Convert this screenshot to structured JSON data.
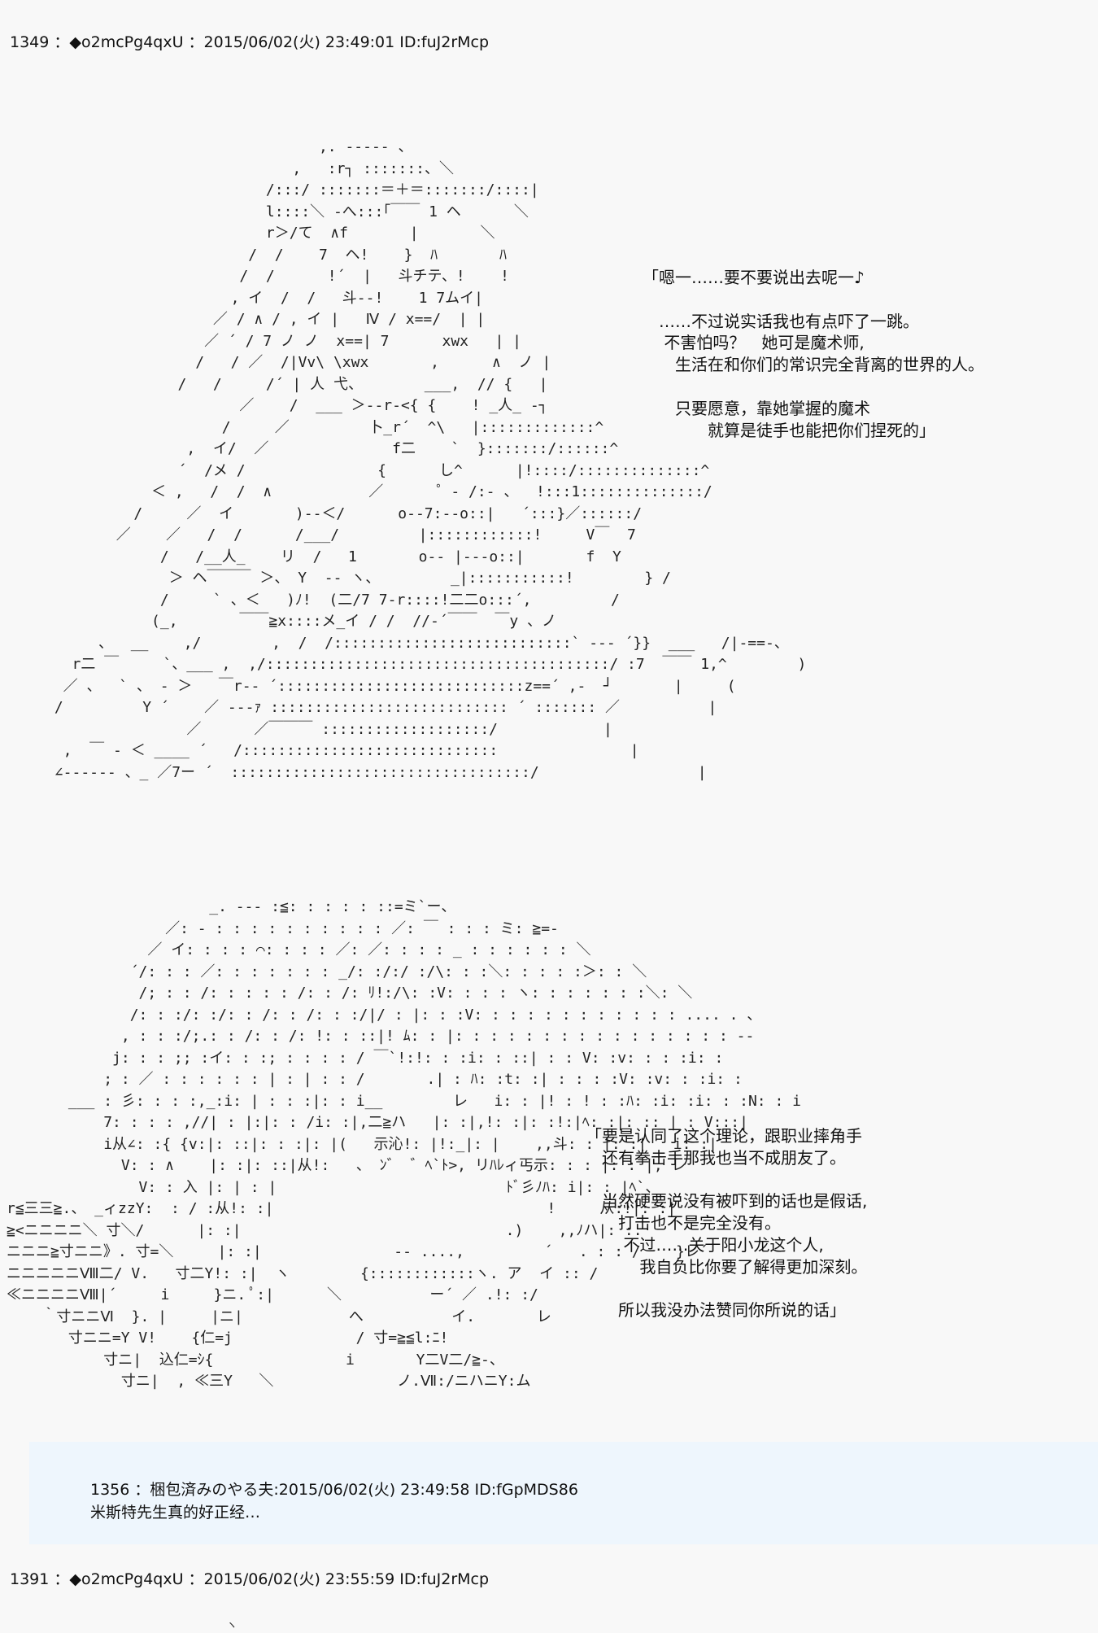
{
  "posts": [
    {
      "header": "1349 ：◆o2mcPg4qxU ：2015/06/02(火) 23:49:01 ID:fuJ2rMcp",
      "speech_lines": [
        "「嗯一……要不要说出去呢一♪",
        "",
        "　……不过说实话我也有点吓了一跳。",
        "　 不害怕吗？　她可是魔术师,",
        "　　生活在和你们的常识完全背离的世界的人。",
        "",
        "　　只要愿意，靠她掌握的魔术",
        "　　　　就算是徒手也能把你们捏死的」"
      ]
    },
    {
      "speech_lines": [
        "「要是认同了这个理论，跟职业摔角手",
        "　还有拳击手那我也当不成朋友了。",
        "",
        "　当然硬要说没有被吓到的话也是假话,",
        "　　打击也不是完全没有。",
        "　　 不过……关于阳小龙这个人,",
        "　　　 我自负比你要了解得更加深刻。",
        "",
        "　　所以我没办法赞同你所说的话」"
      ]
    }
  ],
  "reply": {
    "header": "1356 ：梱包済みのやる夫:2015/06/02(火) 23:49:58 ID:fGpMDS86",
    "body": "米斯特先生真的好正经…"
  },
  "next_post": {
    "header": "1391 ：◆o2mcPg4qxU ：2015/06/02(火) 23:55:59 ID:fuJ2rMcp"
  },
  "ascii_art_1": "                               ,. -‐--- 、\n                            ,   :r┐ :::::::、＼\n                         /:::/ :::::::＝＋＝:::::::/::::|\n                         l::::＼ -へ:::｢￣￣ 1 ヘ      ＼\n                         r＞/て  ∧f       |       ＼\n                       /  /    7  ヘ!    }  ﾊ       ﾊ\n                      /  /      !´  |   斗チテ、!    !\n                     , イ  /  /   斗‐-!    1 7ムイ|\n                   ／ / ∧ / , イ |   Ⅳ / x==/  | |\n                  ／ ´ / 7 ノ ノ  x==| 7      xwx   | |\n                 /   / ／  /|Vv\\ \\xwx       ,      ∧  ノ |\n               /   /     /´ | 人 弋、       ___,  // {   |\n                      ／    /  ___ ＞‐‐r-<{ {    ! _人_ -┐\n                    /     ／         卜_r´  ^\\   |:::::::::::::^\n                ,  イ/  ／              f二    `  }:::::::/::::::^\n               ´  /メ /               {      し^      |!::::/::::::::::::::^\n            ＜ ,   /  /  ∧           ／      ゜- /:- 、  !:::1::::::::::::::/\n          /     ／  イ       )--＜/      o--7:-‐o::|   ´:::}／::::::/\n        ／    ／   /  /      /___/         |::::::::::::!     V￣  7\n             /   /__人_    リ  /   1       o‐‐ |‐‐‐o::|       f  Y\n              ＞ ヘ￣￣￣ ＞、 Y  -- ヽ、        _|:::::::::::!        } /\n             /     ` 、＜   )ﾉ!  (二/7 7-r::::!二二o:::´,         /\n            (_,       ￣￣≧x::::メ_イ / /  //-´￣￣  ￣y 、ノ\n      、  __    ,/        ,  /  /:::::::::::::::::::::::::::` ‐-- ´}}  ___   /|-==-、\n   r二 ￣     `、___ ,  ,/:::::::::::::::::::::::::::::::::::::::/ :7  ￣￣ 1,^        )\n  ／ 、  ` 、 ‐ ＞   ￣r‐‐ ´::::::::::::::::::::::::::::z==´ ,-  ┘       |     (\n /         Y ´    ／ ‐‐‐ｧ ::::::::::::::::::::::::::: ´ ::::::: ／          |\n                ／      ／￣￣￣ :::::::::::::::::::/            |\n  ,  ￣ ‐ ＜ ____ ´   /:::::::::::::::::::::::::::::               |\n ∠‐‐‐‐-- 、_ ／7ー ´  ::::::::::::::::::::::::::::::::::/                  |",
  "ascii_art_2": "                       _. ‐‐‐ :≦: : : : : ::=ミ`ー、\n                  ／: ‐ : : : : : : : : : : ／: ￣ : : : ミ: ≧=‐\n                ／ イ: : : : ⌒: : : : ／: ／: : : : _ : : : : : : ＼\n              ´/: : : ／: : : : : : : _/: :/:/ :/\\: : :＼: : : : :＞: : ＼\n               /; : : /: : : : : /: : /: ﾘ!:/\\: :V: : : : ヽ: : : : : : :＼: ＼\n              /: : :/: :/: : /: : /: : :/|/ : |: : :V: : : : : : : : : : : : .... . 、\n             , : : :/;.: : /: : /: !: : ::|! ﾑ: : |: : : : : : : : : : : : : : : : ‐‐\n            j: : : ;; :イ: : :; : : : : / ￣`!:!: : :i: : ::| : : V: :v: : : :i: :\n           ; : ／ : : : : : : | : | : : /       .| : ﾊ: :t: :| : : : :V: :v: : :i: :\n       ___ : 彡: : : :,_:i: | : : :|: : i__        レ   i: : |! : ! : :ﾊ: :i: :i: : :N: : i\n           7: : : : ,//| : |:|: : /i: :|,二≧ハ   |: :|,!: :|: :!:|ﾍ: :|: :: | : V:::|\n           i从∠: :{ {v:|: ::|: : :|: |(   示沁!: |!:_|: |    ,,斗: : |: :|   i: :|\n             V: : ∧    |: :|: ::|从!:   、 ﾝ゛ ゛ﾍ`ﾄ>, リﾊﾚィ丐示: : : |: : |, レ\n               V: : 入 |: | : |                          ﾄﾞ彡ﾉﾊ: i|: : |ﾍ`、\nr≦三三≧.、 _ィzzY:  : / :从!: :|                               !     从:!|: :|\n≧<ニニニニ＼ 寸＼/      |: :|                              .)    ,,ﾉハ|: :.\nニニニ≧寸ニニ》. 寸=＼     |: :|               -‐ ....,         ´   . : : /    }レ´\nニニニニニⅧ二/ V.   寸二Y!: :|  ヽ        {::::::::::::ヽ. ア  イ :: /\n≪ニニニニⅧ|´     i     }ニ. ﾟ:|      ＼          ー´ ／ .!: :/\n    ｀寸ニニⅥ  }. |     |ニ|            へ          イ.       レ\n       寸ニニ=Y V!    {仁=j              / 寸=≧≦l:ﾆ!\n           寸ニ|  込仁=ｼ{               i       Y二V二/≧-、\n             寸ニ|  , ≪三Y   ＼              ノ.Ⅶ:/ニハニY:ム"
}
